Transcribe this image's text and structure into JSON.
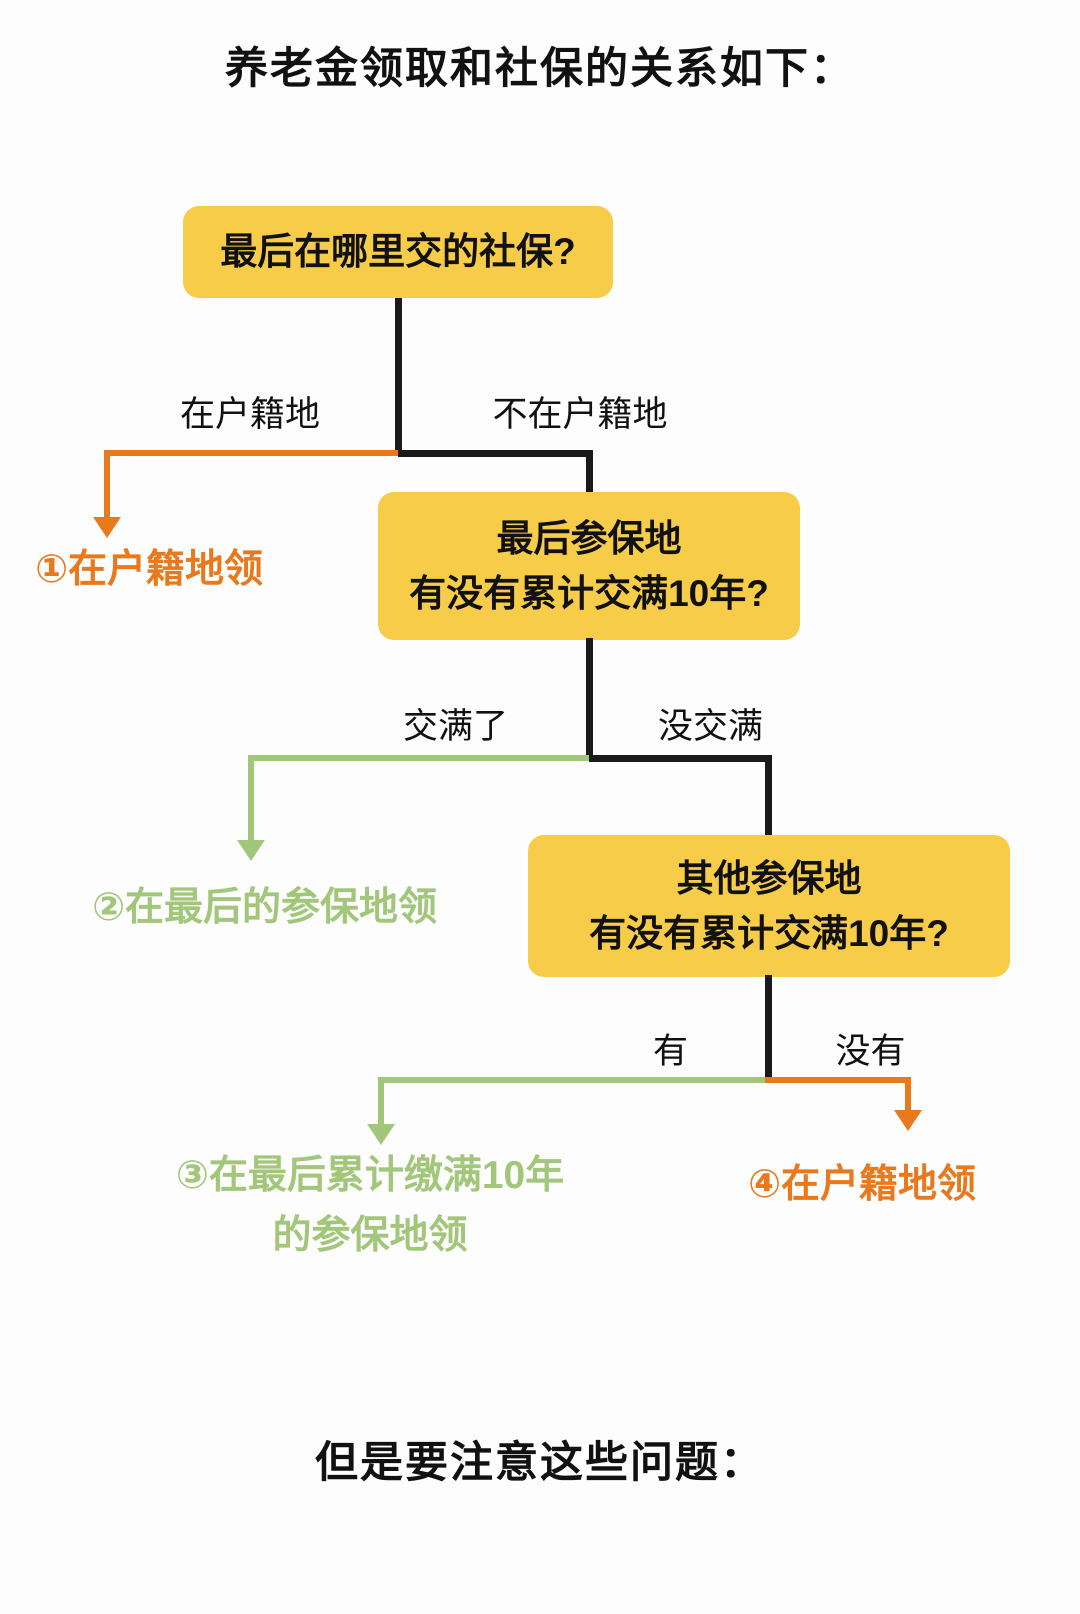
{
  "page": {
    "title": "养老金领取和社保的关系如下：",
    "footer": "但是要注意这些问题："
  },
  "colors": {
    "yellow": "#F7CC49",
    "orange": "#E8791D",
    "green": "#A2C77B",
    "line": "#1A1A1A",
    "bg": "#FDFDFD"
  },
  "flowchart": {
    "question1": {
      "text": "最后在哪里交的社保?"
    },
    "branch1": {
      "left_label": "在户籍地",
      "right_label": "不在户籍地"
    },
    "outcome1": {
      "text": "①在户籍地领"
    },
    "question2": {
      "line1": "最后参保地",
      "line2": "有没有累计交满10年?"
    },
    "branch2": {
      "left_label": "交满了",
      "right_label": "没交满"
    },
    "outcome2": {
      "text": "②在最后的参保地领"
    },
    "question3": {
      "line1": "其他参保地",
      "line2": "有没有累计交满10年?"
    },
    "branch3": {
      "left_label": "有",
      "right_label": "没有"
    },
    "outcome3": {
      "line1": "③在最后累计缴满10年",
      "line2": "的参保地领"
    },
    "outcome4": {
      "text": "④在户籍地领"
    }
  }
}
